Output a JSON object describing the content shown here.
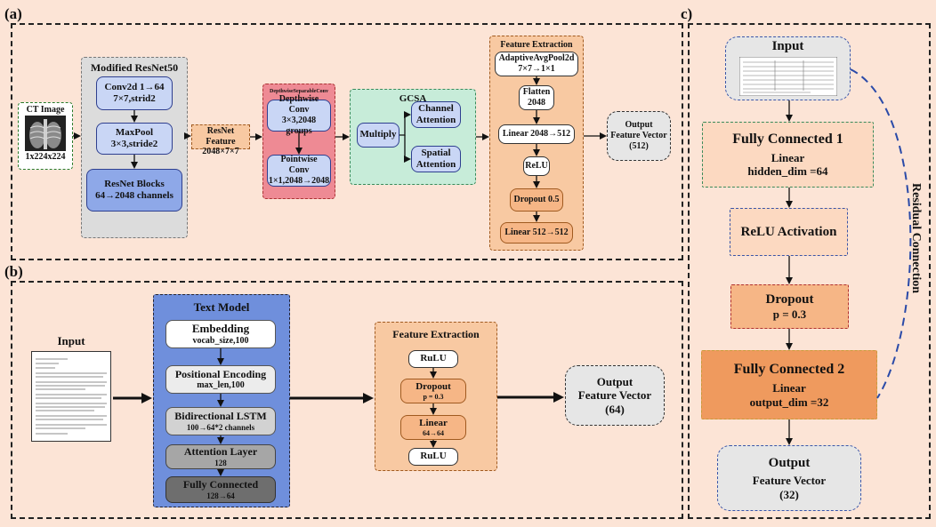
{
  "panel_a": {
    "label": "(a)",
    "ct_image": {
      "title": "CT Image",
      "size": "1x224x224"
    },
    "resnet": {
      "title": "Modified ResNet50",
      "conv": [
        "Conv2d 1→64",
        "7×7,strid2"
      ],
      "pool": [
        "MaxPool",
        "3×3,stride2"
      ],
      "blocks": [
        "ResNet Blocks",
        "64→2048 channels"
      ]
    },
    "resnet_feature": [
      "ResNet Feature",
      "2048×7×7"
    ],
    "dsconv": {
      "title": "DepthwiseSeparableConv",
      "depthwise": [
        "Depthwise Conv",
        "3×3,2048 groups"
      ],
      "pointwise": [
        "Pointwise Conv",
        "1×1,2048→2048"
      ]
    },
    "gcsa": {
      "title": "GCSA",
      "multiply": "Multiply",
      "channel": [
        "Channel",
        "Attention"
      ],
      "spatial": [
        "Spatial",
        "Attention"
      ]
    },
    "feature_extraction": {
      "title": "Feature Extraction",
      "pool": [
        "AdaptiveAvgPool2d",
        "7×7→1×1"
      ],
      "flatten": [
        "Flatten",
        "2048"
      ],
      "linear1": "Linear 2048→512",
      "relu": "ReLU",
      "dropout": "Dropout 0.5",
      "linear2": "Linear 512→512"
    },
    "output": [
      "Output",
      "Feature Vector",
      "(512)"
    ]
  },
  "panel_b": {
    "label": "(b)",
    "input": "Input",
    "text_model": {
      "title": "Text Model",
      "embedding": [
        "Embedding",
        "vocab_size,100"
      ],
      "positional": [
        "Positional Encoding",
        "max_len,100"
      ],
      "lstm": [
        "Bidirectional LSTM",
        "100→64*2 channels"
      ],
      "attention": [
        "Attention Layer",
        "128"
      ],
      "fc": [
        "Fully Connected",
        "128→64"
      ]
    },
    "feature_extraction": {
      "title": "Feature Extraction",
      "rulu1": "RuLU",
      "dropout": [
        "Dropout",
        "p = 0.3"
      ],
      "linear": [
        "Linear",
        "64→64"
      ],
      "rulu2": "RuLU"
    },
    "output": [
      "Output",
      "Feature Vector",
      "(64)"
    ]
  },
  "panel_c": {
    "label": "c)",
    "input": "Input",
    "fc1": [
      "Fully Connected 1",
      "Linear",
      "hidden_dim =64"
    ],
    "relu": "ReLU Activation",
    "dropout": [
      "Dropout",
      "p = 0.3"
    ],
    "fc2": [
      "Fully Connected 2",
      "Linear",
      "output_dim =32"
    ],
    "output": [
      "Output",
      "Feature Vector",
      "(32)"
    ],
    "residual": "Residual Connection"
  }
}
